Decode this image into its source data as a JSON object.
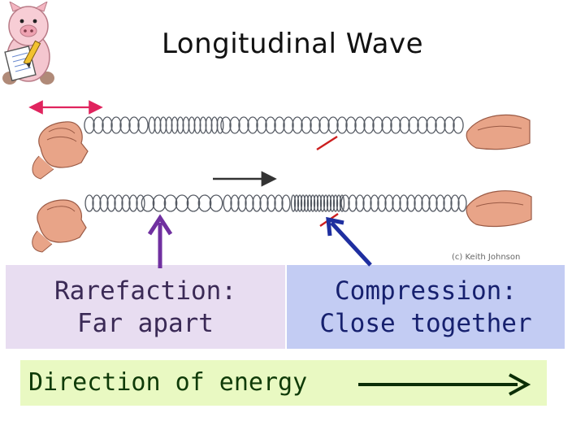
{
  "title": "Longitudinal Wave",
  "photo": {
    "credit": "(c) Keith Johnson"
  },
  "labels": {
    "rarefaction": {
      "line1": "Rarefaction:",
      "line2": "Far apart"
    },
    "compression": {
      "line1": "Compression:",
      "line2": "Close together"
    },
    "energy": "Direction of energy"
  },
  "colors": {
    "rarefaction_box": "#e8ddf1",
    "compression_box": "#c3ccf3",
    "energy_box": "#e9f9c2",
    "rarefaction_arrow": "#7030a0",
    "compression_arrow": "#1f2fa0",
    "energy_arrow": "#0b2e06",
    "double_arrow": "#e0245e",
    "coil": "#555a63",
    "skin": "#e8a488",
    "marker": "#cc1f1f"
  },
  "icons": [
    "pig-mascot-icon",
    "pencil-icon",
    "notepad-icon",
    "hand-icon",
    "double-arrow-icon",
    "right-arrow-icon"
  ]
}
